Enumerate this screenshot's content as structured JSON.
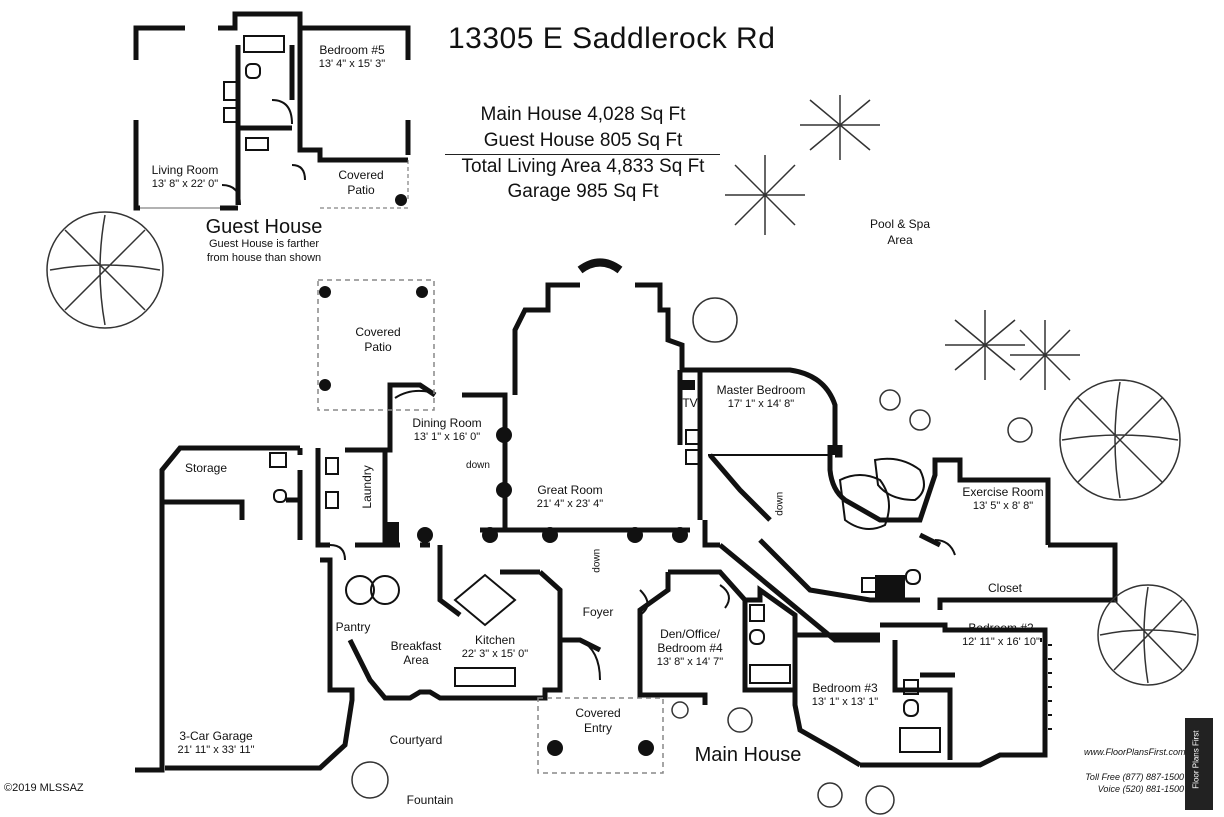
{
  "header": {
    "address": "13305 E Saddlerock Rd",
    "area_lines": [
      "Main House 4,028 Sq Ft",
      "Guest House 805 Sq Ft",
      "Total Living Area 4,833 Sq Ft",
      "Garage 985 Sq Ft"
    ]
  },
  "guest_house": {
    "title": "Guest House",
    "note_line1": "Guest House is farther",
    "note_line2": "from house than shown",
    "rooms": [
      {
        "name": "Bedroom #5",
        "dims": "13' 4\" x 15' 3\""
      },
      {
        "name": "Living Room",
        "dims": "13' 8\" x 22' 0\""
      },
      {
        "name": "Covered",
        "dims": "Patio"
      }
    ]
  },
  "main_house": {
    "title": "Main House",
    "rooms": [
      {
        "name": "Covered",
        "dims": "Patio"
      },
      {
        "name": "Dining Room",
        "dims": "13' 1\" x 16' 0\""
      },
      {
        "name": "Great Room",
        "dims": "21' 4\" x 23' 4\""
      },
      {
        "name": "Master Bedroom",
        "dims": "17' 1\" x 14' 8\""
      },
      {
        "name": "Exercise Room",
        "dims": "13' 5\" x 8' 8\""
      },
      {
        "name": "Bedroom #2",
        "dims": "12' 11\" x 16' 10\""
      },
      {
        "name": "Bedroom #3",
        "dims": "13' 1\" x 13' 1\""
      },
      {
        "name": "Den/Office/",
        "dims": "Bedroom #4"
      },
      {
        "name": "Kitchen",
        "dims": "22' 3\" x 15' 0\""
      },
      {
        "name": "Breakfast",
        "dims": "Area"
      },
      {
        "name": "3-Car Garage",
        "dims": "21' 11\" x 33' 11\""
      },
      {
        "name": "Covered",
        "dims": "Entry"
      }
    ],
    "labels": {
      "storage": "Storage",
      "laundry": "Laundry",
      "pantry": "Pantry",
      "foyer": "Foyer",
      "closet": "Closet",
      "tv": "TV",
      "courtyard": "Courtyard",
      "fountain": "Fountain",
      "pool_line1": "Pool & Spa",
      "pool_line2": "Area",
      "down1": "down",
      "down2": "down",
      "down3": "down",
      "den_dims": "13' 8\" x 14' 7\""
    }
  },
  "branding": {
    "url": "www.FloorPlansFirst.com",
    "toll_free": "Toll Free (877) 887-1500",
    "voice": "Voice (520) 881-1500",
    "logo": "Floor Plans First",
    "copyright": "©2019 MLSSAZ"
  },
  "colors": {
    "wall": "#111111",
    "dashed": "#888888",
    "tree": "#333333"
  },
  "icons": [
    "tree-icon",
    "palm-icon",
    "shrub-icon",
    "column-icon"
  ]
}
